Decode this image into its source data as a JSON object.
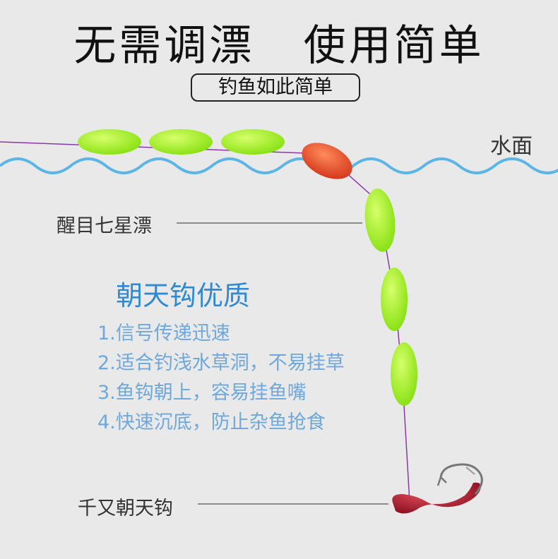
{
  "title": "无需调漂   使用简单",
  "tagline": "钓鱼如此简单",
  "labels": {
    "water_surface": "水面",
    "float": "醒目七星漂",
    "hook": "千又朝天钩"
  },
  "subtitle": "朝天钩优质",
  "features": [
    "1.信号传递迅速",
    "2.适合钓浅水草洞，不易挂草",
    "3.鱼钩朝上，容易挂鱼嘴",
    "4.快速沉底，防止杂鱼抢食"
  ],
  "colors": {
    "background": "#e9e9e9",
    "float_green": "#9cf21f",
    "float_red": "#e24a22",
    "water": "#5bb5e6",
    "line": "#8a3aa8",
    "hook_red": "#b2202a",
    "subtitle_blue": "#2f8ad6",
    "feature_blue": "#6fa8db"
  }
}
